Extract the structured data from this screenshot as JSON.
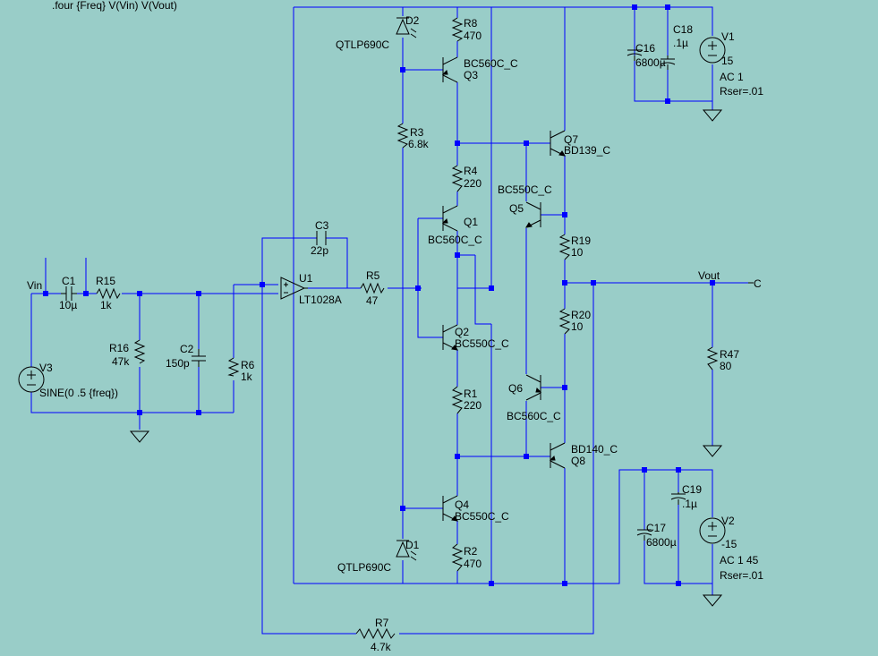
{
  "directive": ".four {Freq} V(Vin) V(Vout)",
  "net_labels": {
    "vin": "Vin",
    "vout": "Vout",
    "c_tag": "C"
  },
  "parts": {
    "V1": {
      "ref": "V1",
      "value": "15",
      "ac": "AC 1",
      "rser": "Rser=.01"
    },
    "V2": {
      "ref": "V2",
      "value": "-15",
      "ac": "AC 1 45",
      "rser": "Rser=.01"
    },
    "V3": {
      "ref": "V3",
      "value": "SINE(0 .5 {freq})"
    },
    "C1": {
      "ref": "C1",
      "value": "10µ"
    },
    "C2": {
      "ref": "C2",
      "value": "150p"
    },
    "C3": {
      "ref": "C3",
      "value": "22p"
    },
    "C16": {
      "ref": "C16",
      "value": "6800µ"
    },
    "C17": {
      "ref": "C17",
      "value": "6800µ"
    },
    "C18": {
      "ref": "C18",
      "value": ".1µ"
    },
    "C19": {
      "ref": "C19",
      "value": ".1µ"
    },
    "R1": {
      "ref": "R1",
      "value": "220"
    },
    "R2": {
      "ref": "R2",
      "value": "470"
    },
    "R3": {
      "ref": "R3",
      "value": "6.8k"
    },
    "R4": {
      "ref": "R4",
      "value": "220"
    },
    "R5": {
      "ref": "R5",
      "value": "47"
    },
    "R6": {
      "ref": "R6",
      "value": "1k"
    },
    "R7": {
      "ref": "R7",
      "value": "4.7k"
    },
    "R8": {
      "ref": "R8",
      "value": "470"
    },
    "R15": {
      "ref": "R15",
      "value": "1k"
    },
    "R16": {
      "ref": "R16",
      "value": "47k"
    },
    "R19": {
      "ref": "R19",
      "value": "10"
    },
    "R20": {
      "ref": "R20",
      "value": "10"
    },
    "R47": {
      "ref": "R47",
      "value": "80"
    },
    "U1": {
      "ref": "U1",
      "value": "LT1028A"
    },
    "D1": {
      "ref": "D1",
      "value": "QTLP690C"
    },
    "D2": {
      "ref": "D2",
      "value": "QTLP690C"
    },
    "Q1": {
      "ref": "Q1",
      "value": "BC560C_C"
    },
    "Q2": {
      "ref": "Q2",
      "value": "BC550C_C"
    },
    "Q3": {
      "ref": "Q3",
      "value": "BC560C_C"
    },
    "Q4": {
      "ref": "Q4",
      "value": "BC550C_C"
    },
    "Q5": {
      "ref": "Q5",
      "value": "BC550C_C"
    },
    "Q6": {
      "ref": "Q6",
      "value": "BC560C_C"
    },
    "Q7": {
      "ref": "Q7",
      "value": "BD139_C"
    },
    "Q8": {
      "ref": "Q8",
      "value": "BD140_C"
    }
  },
  "colors": {
    "background": "#99cdc8",
    "wire": "#0000ff",
    "symbol": "#000000"
  }
}
